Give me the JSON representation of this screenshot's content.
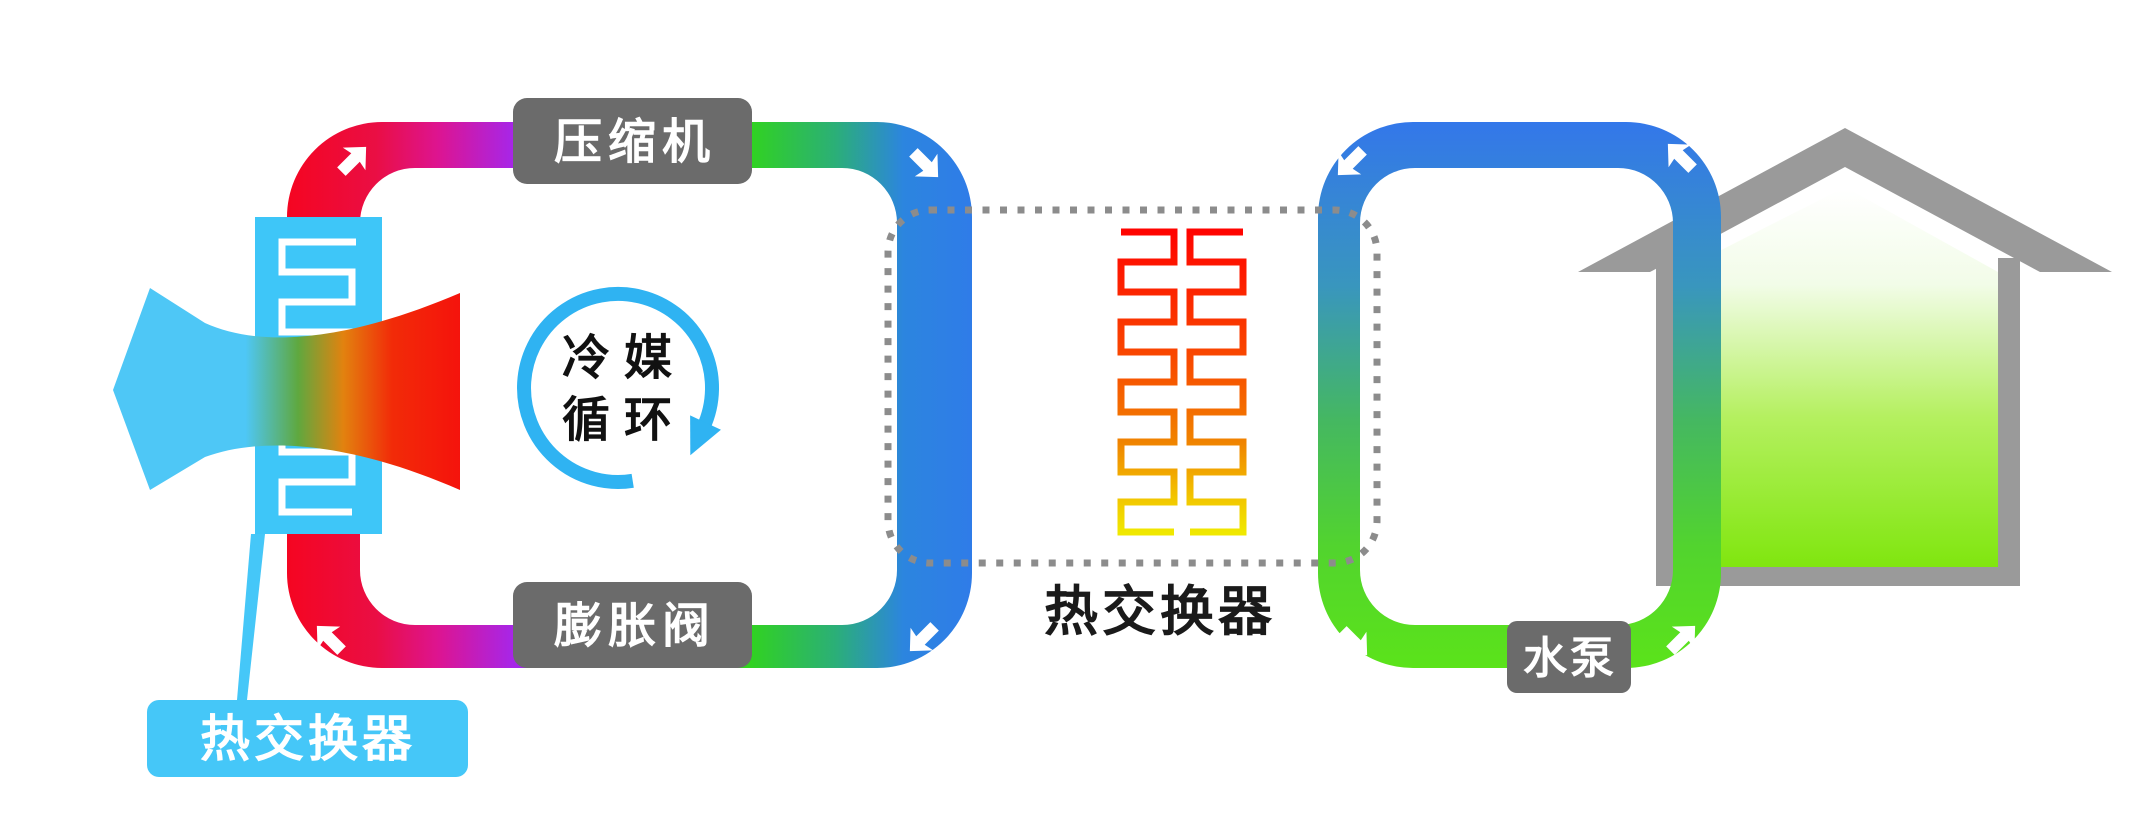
{
  "diagram": {
    "type": "heat-pump-principle-diagram",
    "refrigerant_loop": {
      "compressor_label": "压缩机",
      "expansion_valve_label": "膨胀阀",
      "cycle_line1": "冷媒",
      "cycle_line2": "循环",
      "air_heat_exchanger_label": "热交换器"
    },
    "intermediate_heat_exchanger": {
      "label": "热交换器"
    },
    "water_loop": {
      "pump_label": "水泵"
    },
    "colors": {
      "label_gray": "#6B6B6B",
      "label_blue": "#45C7F8",
      "evaporator_box_blue": "#3EC6F8",
      "hot_red": "#F50521",
      "magenta": "#DD1490",
      "purple": "#8A2BE8",
      "bright_green": "#31D41C",
      "teal": "#2BAF77",
      "cold_blue": "#2F7CE8",
      "water_loop_blue": "#3377EA",
      "water_loop_green": "#5BE31A",
      "cycle_arrow_blue": "#2FB3F2",
      "air_arrow_cold": "#4EC7F6",
      "air_arrow_hot": "#F5120C",
      "coil_red": "#FF0400",
      "coil_yellow": "#F0E800",
      "house_gray": "#9A9A9A",
      "house_green": "#80E60F",
      "dotted_outline_gray": "#8C8C8C",
      "flow_arrow_white": "#FFFFFF"
    }
  }
}
